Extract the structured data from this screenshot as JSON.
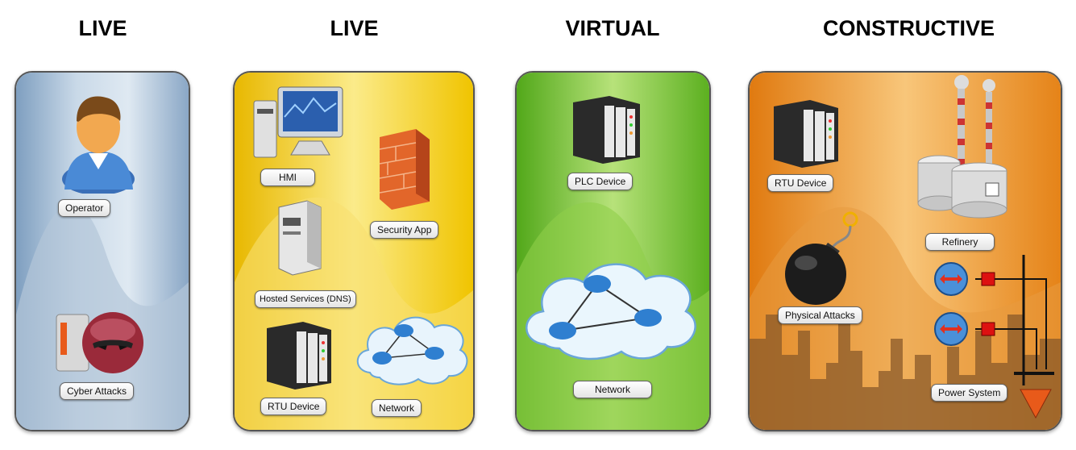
{
  "columns": [
    {
      "title": "LIVE",
      "color": "#a9c0d8",
      "labels": {
        "operator": "Operator",
        "cyber": "Cyber Attacks"
      }
    },
    {
      "title": "LIVE",
      "color": "#f2d23a",
      "labels": {
        "hmi": "HMI",
        "security": "Security App",
        "dns": "Hosted Services (DNS)",
        "rtu": "RTU Device",
        "network": "Network"
      }
    },
    {
      "title": "VIRTUAL",
      "color": "#7dc13a",
      "labels": {
        "plc": "PLC Device",
        "network": "Network"
      }
    },
    {
      "title": "CONSTRUCTIVE",
      "color": "#f29a30",
      "labels": {
        "rtu": "RTU Device",
        "refinery": "Refinery",
        "physical": "Physical Attacks",
        "power": "Power System"
      }
    }
  ]
}
